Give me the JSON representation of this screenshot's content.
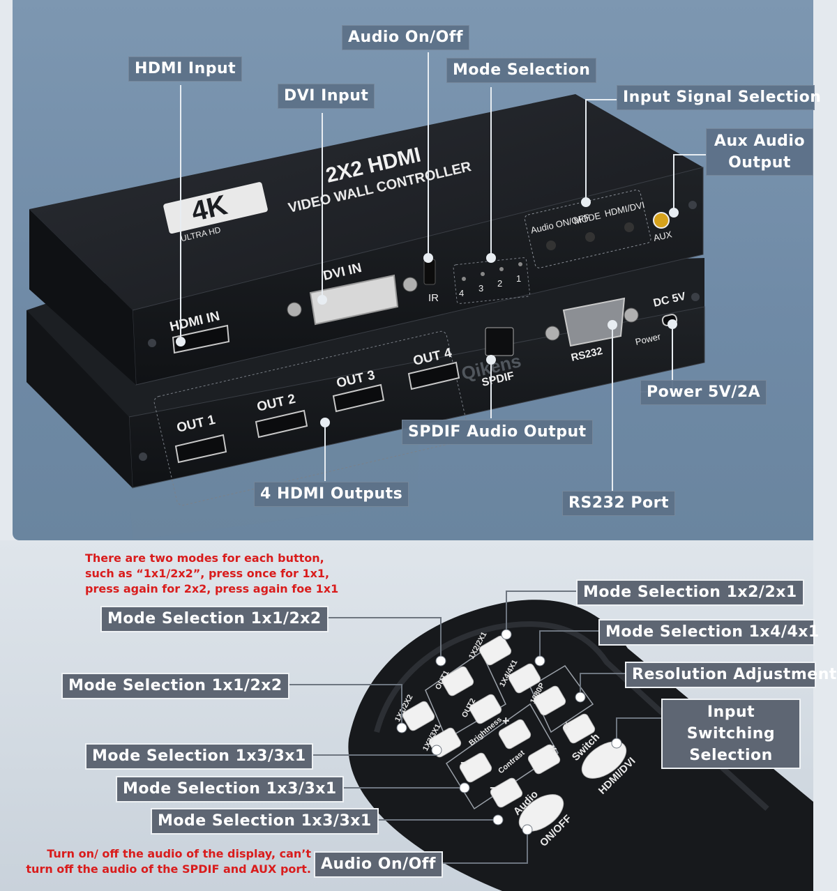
{
  "top": {
    "labels": {
      "hdmi_input": "HDMI Input",
      "dvi_input": "DVI Input",
      "audio_onoff": "Audio On/Off",
      "mode_selection": "Mode Selection",
      "input_signal_selection": "Input Signal Selection",
      "aux_audio_output": "Aux Audio Output",
      "power": "Power 5V/2A",
      "spdif_output": "SPDIF Audio Output",
      "hdmi_outputs": "4 HDMI Outputs",
      "rs232_port": "RS232 Port"
    },
    "device": {
      "logo_4k": "4K",
      "logo_ultrahd": "ULTRA HD",
      "title_line1": "2X2 HDMI",
      "title_line2": "VIDEO WALL CONTROLLER",
      "btn_audio": "Audio ON/OFF",
      "btn_mode": "MODE",
      "btn_hdmi_dvi": "HDMI/DVI",
      "aux": "AUX",
      "ir": "IR",
      "led_numbers": [
        "4",
        "3",
        "2",
        "1"
      ],
      "hdmi_in": "HDMI IN",
      "dvi_in": "DVI IN",
      "dc5v": "DC 5V",
      "power": "Power",
      "rs232": "RS232",
      "spdif": "SPDIF",
      "outputs": [
        "OUT 1",
        "OUT 2",
        "OUT 3",
        "OUT 4"
      ],
      "watermark": "Qikens"
    }
  },
  "bottom": {
    "note_top": [
      "There are two modes for each button,",
      "such as “1x1/2x2”, press once for 1x1,",
      "press again for 2x2, press again foe 1x1"
    ],
    "note_bottom": [
      "Turn on/ off the audio of the display, can’t",
      "turn off the audio of the SPDIF and AUX port."
    ],
    "labels": {
      "mode_1x1_2x2_a": "Mode Selection 1x1/2x2",
      "mode_1x1_2x2_b": "Mode Selection 1x1/2x2",
      "mode_1x3_3x1_a": "Mode Selection 1x3/3x1",
      "mode_1x3_3x1_b": "Mode Selection 1x3/3x1",
      "mode_1x3_3x1_c": "Mode Selection 1x3/3x1",
      "audio_onoff": "Audio On/Off",
      "mode_1x2_2x1": "Mode Selection 1x2/2x1",
      "mode_1x4_4x1": "Mode Selection 1x4/4x1",
      "resolution": "Resolution Adjustment",
      "input_switching": "Input Switching Selection"
    },
    "remote": {
      "out1": "OUT1",
      "out2": "OUT2",
      "btn_1x2": "1X2/2X1",
      "btn_1x4": "1X4/4X1",
      "btn_1x3": "1X3/3X1",
      "btn_1x1": "1X1/2X2",
      "brightness": "Brightness",
      "contrast": "Contrast",
      "plus": "+",
      "minus": "−",
      "btn_1080p": "1080P",
      "btn_4k": "4K",
      "switch": "Switch",
      "hdmi_dvi": "HDMI/DVI",
      "audio": "Audio",
      "onoff": "ON/OFF"
    }
  },
  "colors": {
    "panel": "#7590ab",
    "label_bg": "#5d7188",
    "note_red": "#d91c1c",
    "device": "#1b1d21"
  }
}
